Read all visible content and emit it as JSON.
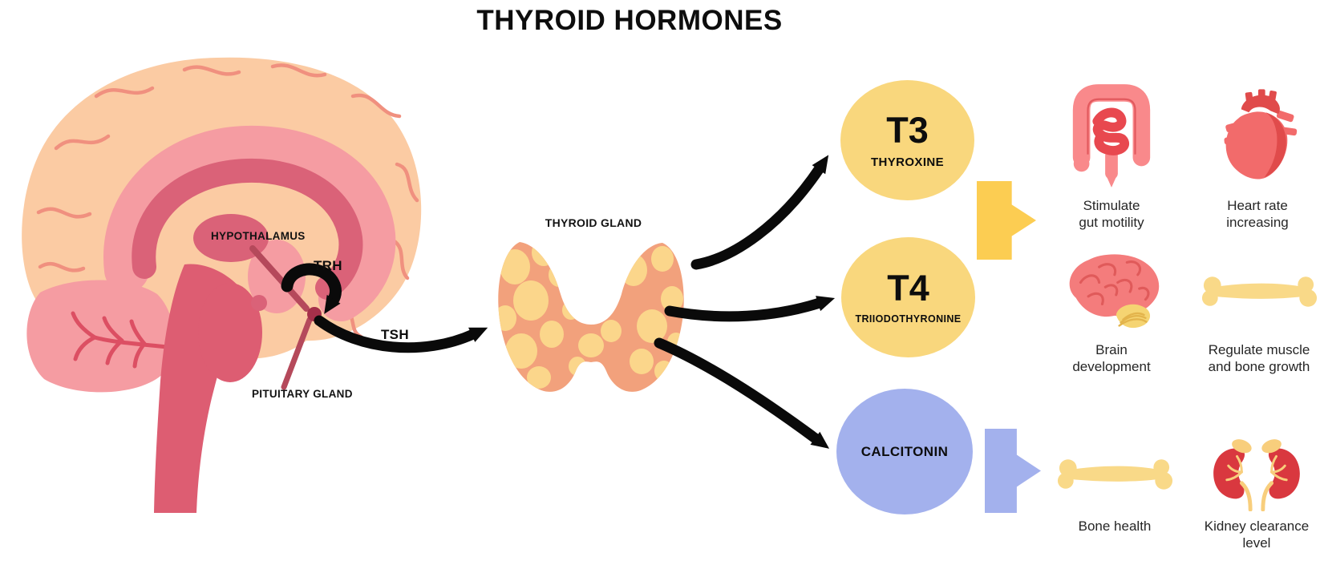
{
  "title": "THYROID HORMONES",
  "brain_labels": {
    "hypothalamus": "HYPOTHALAMUS",
    "trh": "TRH",
    "tsh": "TSH",
    "pituitary_gland": "PITUITARY GLAND"
  },
  "thyroid": {
    "label": "THYROID GLAND"
  },
  "hormones": {
    "t3": {
      "abbr": "T3",
      "name": "THYROXINE"
    },
    "t4": {
      "abbr": "T4",
      "name": "TRIIODOTHYRONINE"
    },
    "calcitonin": {
      "name": "CALCITONIN"
    }
  },
  "effects": [
    {
      "icon": "intestine-icon",
      "label": "Stimulate\ngut motility"
    },
    {
      "icon": "heart-icon",
      "label": "Heart rate\nincreasing"
    },
    {
      "icon": "brain-icon",
      "label": "Brain\ndevelopment"
    },
    {
      "icon": "bone-icon",
      "label": "Regulate muscle\nand bone growth"
    },
    {
      "icon": "bone-icon",
      "label": "Bone health"
    },
    {
      "icon": "kidneys-icon",
      "label": "Kidney clearance\nlevel"
    }
  ],
  "colors": {
    "hormone_yellow": "#F9D77D",
    "hormone_blue": "#A3B1ED",
    "bracket_yellow": "#FCCD52",
    "arrow_black": "#0A0A0A",
    "brain_cortex": "#FBCBA3",
    "brain_pink": "#F59CA2",
    "brain_rose": "#DA6278",
    "brainstem_rose": "#DD5D72",
    "pituitary_dot": "#A6304A",
    "thyroid_base": "#F2A17C",
    "thyroid_follicle": "#FBD68B",
    "organ_red": "#E8484F",
    "organ_pink": "#F9898B",
    "bone_yellow": "#F9D988",
    "kidney_red": "#D9383F"
  }
}
